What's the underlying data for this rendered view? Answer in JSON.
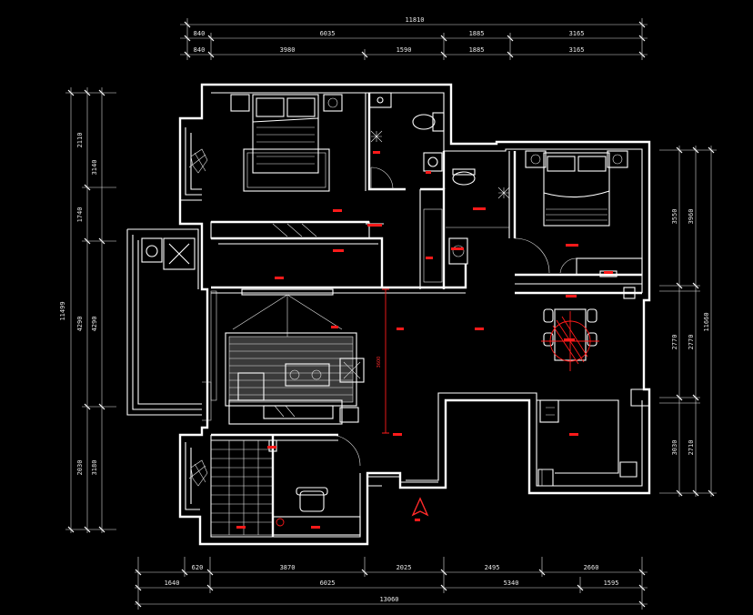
{
  "dimensions": {
    "top_total": "11810",
    "top_row1": [
      "840",
      "6035",
      "1885",
      "3165"
    ],
    "top_row2": [
      "840",
      "3980",
      "1590",
      "1885",
      "3165"
    ],
    "bottom_row1": [
      "620",
      "3870",
      "2025",
      "2495",
      "2660"
    ],
    "bottom_row2": [
      "1640",
      "6025",
      "5340",
      "1595"
    ],
    "bottom_total": "13060",
    "left_outer": [
      "2110",
      "1740",
      "4290",
      "2030"
    ],
    "left_inner": [
      "3140",
      "4290",
      "3180"
    ],
    "left_total": "11499",
    "right_inner": [
      "3550",
      "2770",
      "3030"
    ],
    "right_outer": [
      "3960",
      "2770",
      "2710"
    ],
    "right_total": "11660",
    "corridor_vertical": "3600"
  },
  "colors": {
    "background": "#000000",
    "walls": "#ffffff",
    "annotation": "#ff1a1a"
  }
}
